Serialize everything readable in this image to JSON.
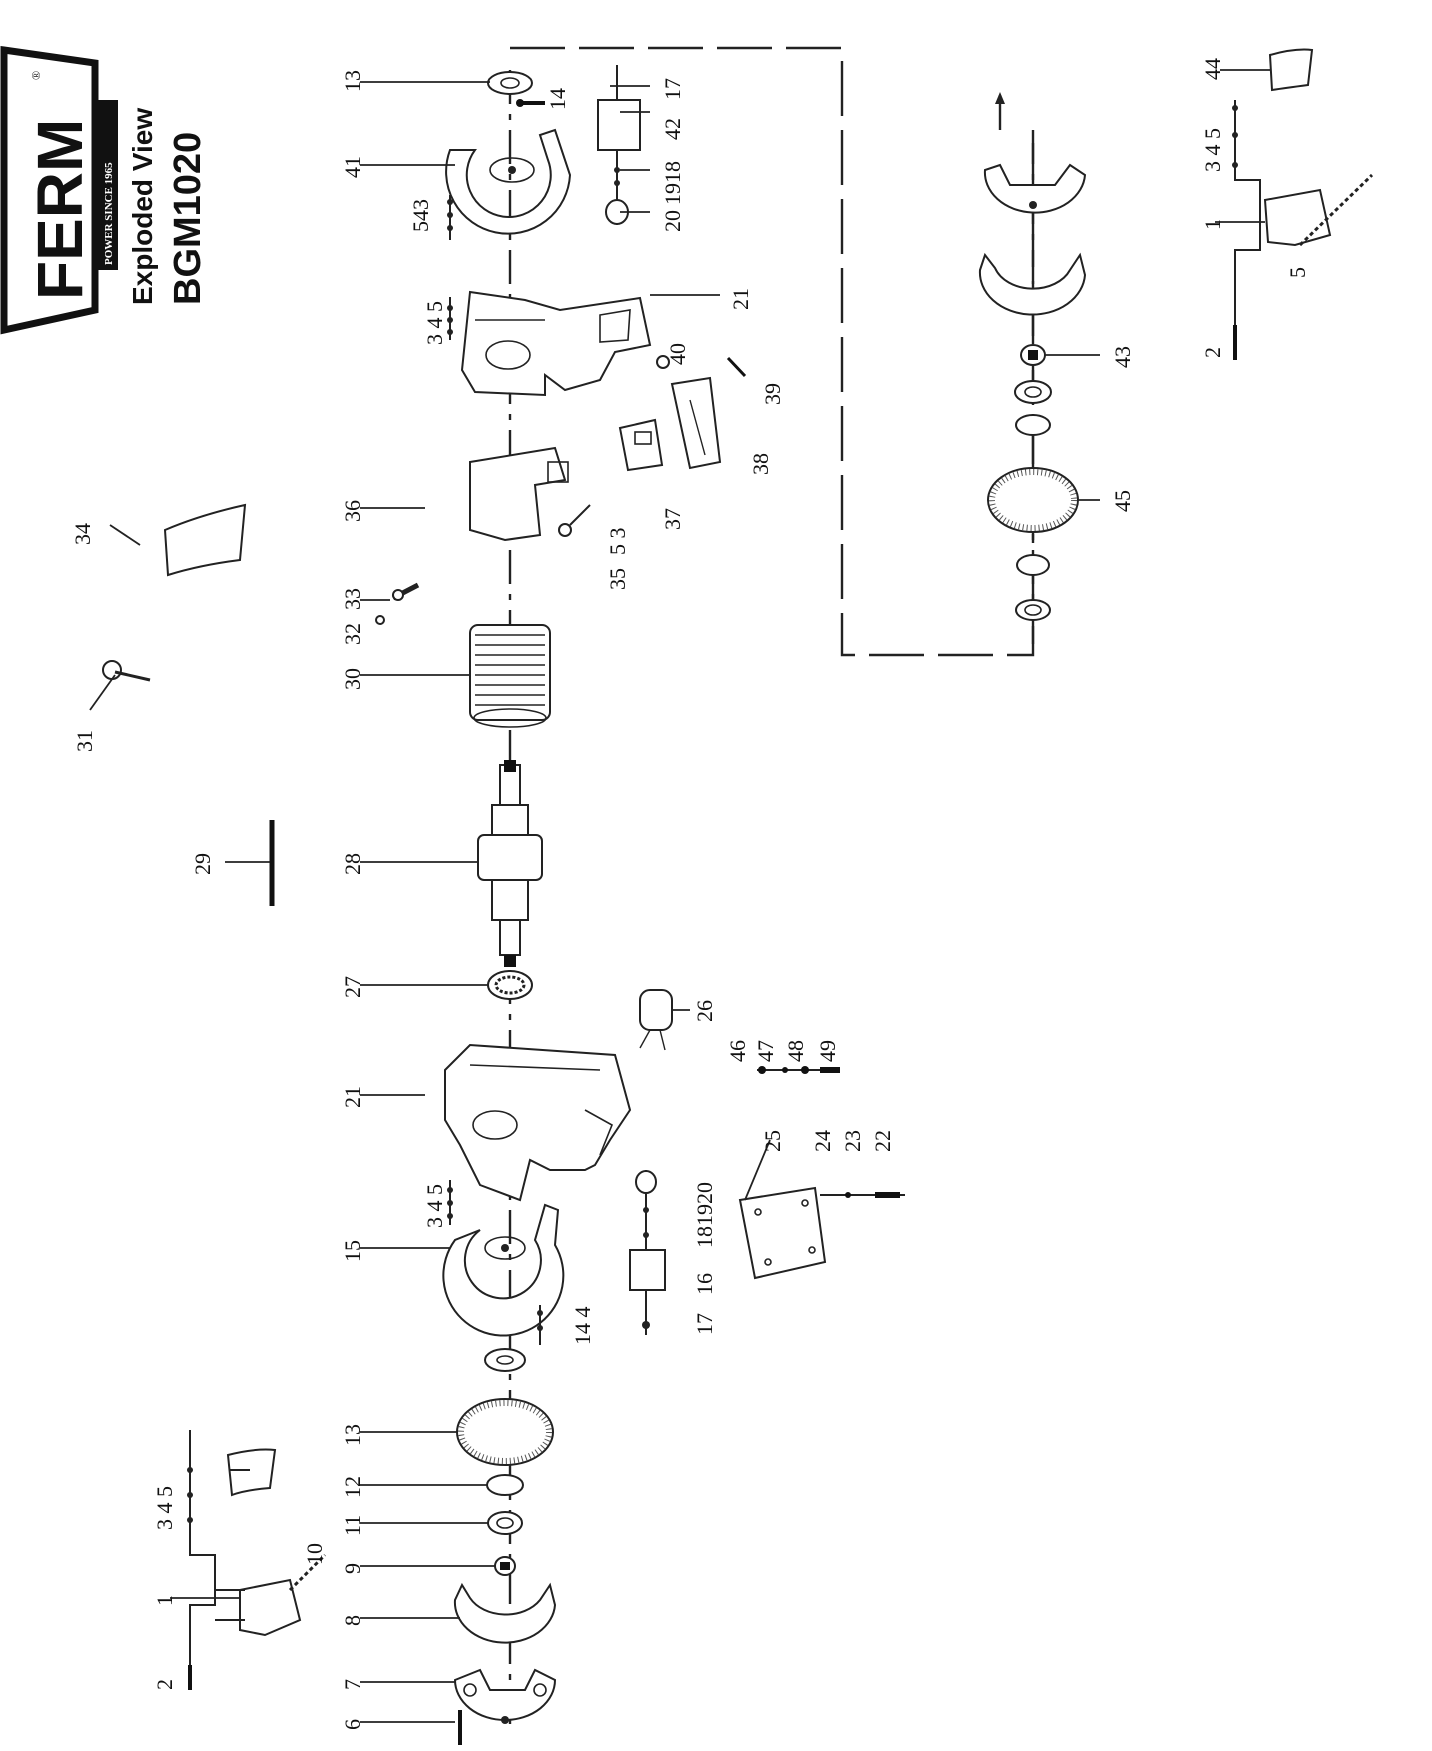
{
  "header": {
    "brand": "FERM",
    "tagline": "POWER SINCE 1965",
    "registered": "®",
    "title": "Exploded View",
    "model": "BGM1020"
  },
  "callouts": {
    "c6": "6",
    "c7": "7",
    "c8": "8",
    "c9": "9",
    "c10": "10",
    "c11": "11",
    "c12": "12",
    "c13a": "13",
    "c14_4": "14 4",
    "c15": "15",
    "c345_left": "3 4 5",
    "c1_left": "1",
    "c2_left": "2",
    "c345_stand_left": "3 4 5",
    "c17_low": "17",
    "c16": "16",
    "c181920": "181920",
    "c21a": "21",
    "c25": "25",
    "c24": "24",
    "c23": "23",
    "c22": "22",
    "c27": "27",
    "c26": "26",
    "c46": "46",
    "c47": "47",
    "c48": "48",
    "c49": "49",
    "c28": "28",
    "c29": "29",
    "c30": "30",
    "c31": "31",
    "c32": "32",
    "c33": "33",
    "c34": "34",
    "c36": "36",
    "c35": "35",
    "c53": "5 3",
    "c37": "37",
    "c38": "38",
    "c39": "39",
    "c40": "40",
    "c21b": "21",
    "c345_mid": "3 4 5",
    "c13b": "13",
    "c14": "14",
    "c41": "41",
    "c543": "543",
    "c17_top": "17",
    "c42": "42",
    "c1918": "1918",
    "c20": "20",
    "c43": "43",
    "c45": "45",
    "c44": "44",
    "c345_right": "3 4 5",
    "c1_right": "1",
    "c5_right": "5",
    "c2_right": "2"
  }
}
